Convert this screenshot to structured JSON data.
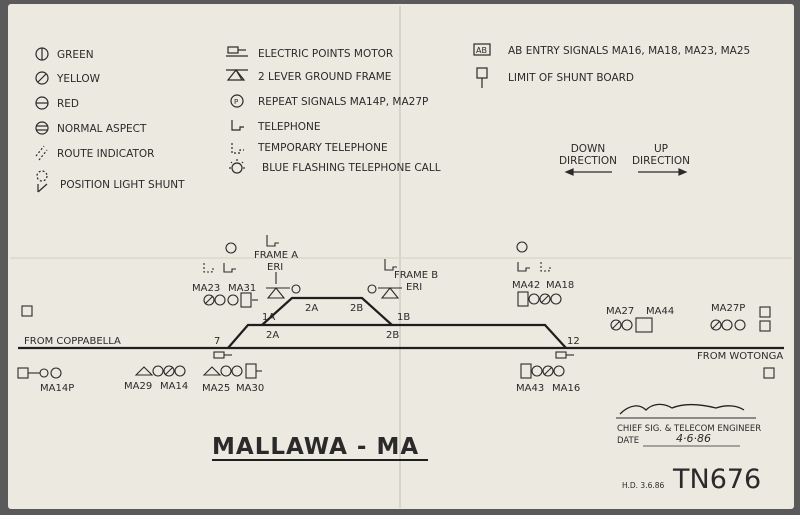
{
  "legend_left": [
    {
      "icon": "green-signal-icon",
      "text": "GREEN"
    },
    {
      "icon": "yellow-signal-icon",
      "text": "YELLOW"
    },
    {
      "icon": "red-signal-icon",
      "text": "RED"
    },
    {
      "icon": "normal-aspect-icon",
      "text": "NORMAL ASPECT"
    },
    {
      "icon": "route-indicator-icon",
      "text": "ROUTE INDICATOR"
    },
    {
      "icon": "position-light-shunt-icon",
      "text": "POSITION LIGHT SHUNT"
    }
  ],
  "legend_middle": [
    {
      "icon": "electric-points-motor-icon",
      "text": "ELECTRIC POINTS MOTOR"
    },
    {
      "icon": "ground-frame-icon",
      "text": "2 LEVER GROUND FRAME"
    },
    {
      "icon": "repeat-signal-icon",
      "text": "REPEAT SIGNALS MA14P, MA27P"
    },
    {
      "icon": "telephone-icon",
      "text": "TELEPHONE"
    },
    {
      "icon": "temporary-telephone-icon",
      "text": "TEMPORARY TELEPHONE"
    },
    {
      "icon": "blue-flashing-telephone-icon",
      "text": "BLUE FLASHING TELEPHONE CALL"
    }
  ],
  "legend_right": [
    {
      "icon": "ab-entry-icon",
      "text": "AB ENTRY SIGNALS MA16, MA18, MA23, MA25"
    },
    {
      "icon": "limit-of-shunt-board-icon",
      "text": "LIMIT OF SHUNT BOARD"
    }
  ],
  "directions": {
    "down": "DOWN\nDIRECTION",
    "up": "UP\nDIRECTION"
  },
  "diagram": {
    "from_left": "FROM COPPABELLA",
    "from_right": "FROM WOTONGA",
    "frame_a": "FRAME A",
    "eri": "ERI",
    "frame_b": "FRAME B",
    "points": [
      "7",
      "1A",
      "2A",
      "2A",
      "2B",
      "2B",
      "1B",
      "12"
    ],
    "signals_upper_left": [
      "MA23",
      "MA31"
    ],
    "signals_upper_right": [
      "MA42",
      "MA18"
    ],
    "signals_far_right": [
      "MA27",
      "MA44",
      "MA27P"
    ],
    "signals_lower": [
      "MA14P",
      "MA29",
      "MA14",
      "MA25",
      "MA30",
      "MA43",
      "MA16"
    ],
    "ab_mark": "AB"
  },
  "title": "MALLAWA - MA",
  "signoff": {
    "role": "CHIEF SIG. & TELECOM ENGINEER",
    "date_label": "DATE",
    "date_value": "4·6·86",
    "signature": "signature"
  },
  "hd": "H.D. 3.6.86",
  "drawing_no": "TN676"
}
